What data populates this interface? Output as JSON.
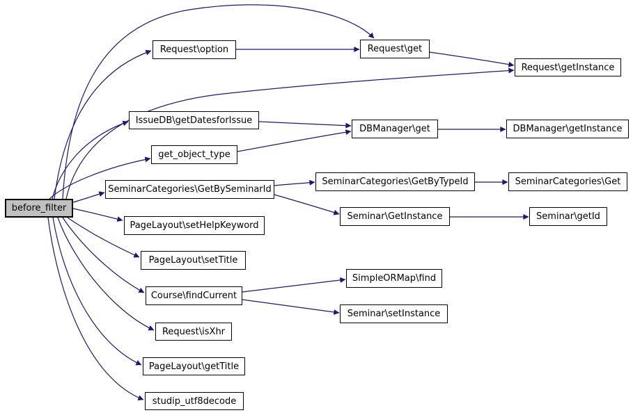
{
  "diagram": {
    "type": "call-graph",
    "root": "before_filter",
    "colors": {
      "edge": "#191970",
      "node_border": "#000000",
      "node_fill": "#ffffff",
      "root_fill": "#c0c0c0",
      "background": "#ffffff"
    },
    "nodes": [
      {
        "id": "before_filter",
        "label": "before_filter"
      },
      {
        "id": "Request\\option",
        "label": "Request\\option"
      },
      {
        "id": "Request\\get",
        "label": "Request\\get"
      },
      {
        "id": "Request\\getInstance",
        "label": "Request\\getInstance"
      },
      {
        "id": "IssueDB\\getDatesforIssue",
        "label": "IssueDB\\getDatesforIssue"
      },
      {
        "id": "get_object_type",
        "label": "get_object_type"
      },
      {
        "id": "DBManager\\get",
        "label": "DBManager\\get"
      },
      {
        "id": "DBManager\\getInstance",
        "label": "DBManager\\getInstance"
      },
      {
        "id": "SeminarCategories\\GetBySeminarId",
        "label": "SeminarCategories\\GetBySeminarId"
      },
      {
        "id": "SeminarCategories\\GetByTypeId",
        "label": "SeminarCategories\\GetByTypeId"
      },
      {
        "id": "SeminarCategories\\Get",
        "label": "SeminarCategories\\Get"
      },
      {
        "id": "Seminar\\GetInstance",
        "label": "Seminar\\GetInstance"
      },
      {
        "id": "Seminar\\getId",
        "label": "Seminar\\getId"
      },
      {
        "id": "PageLayout\\setHelpKeyword",
        "label": "PageLayout\\setHelpKeyword"
      },
      {
        "id": "PageLayout\\setTitle",
        "label": "PageLayout\\setTitle"
      },
      {
        "id": "Course\\findCurrent",
        "label": "Course\\findCurrent"
      },
      {
        "id": "SimpleORMap\\find",
        "label": "SimpleORMap\\find"
      },
      {
        "id": "Seminar\\setInstance",
        "label": "Seminar\\setInstance"
      },
      {
        "id": "Request\\isXhr",
        "label": "Request\\isXhr"
      },
      {
        "id": "PageLayout\\getTitle",
        "label": "PageLayout\\getTitle"
      },
      {
        "id": "studip_utf8decode",
        "label": "studip_utf8decode"
      }
    ],
    "edges": [
      {
        "from": "before_filter",
        "to": "Request\\get"
      },
      {
        "from": "before_filter",
        "to": "Request\\option"
      },
      {
        "from": "before_filter",
        "to": "Request\\getInstance"
      },
      {
        "from": "before_filter",
        "to": "IssueDB\\getDatesforIssue"
      },
      {
        "from": "before_filter",
        "to": "get_object_type"
      },
      {
        "from": "before_filter",
        "to": "SeminarCategories\\GetBySeminarId"
      },
      {
        "from": "before_filter",
        "to": "PageLayout\\setHelpKeyword"
      },
      {
        "from": "before_filter",
        "to": "PageLayout\\setTitle"
      },
      {
        "from": "before_filter",
        "to": "Course\\findCurrent"
      },
      {
        "from": "before_filter",
        "to": "Request\\isXhr"
      },
      {
        "from": "before_filter",
        "to": "PageLayout\\getTitle"
      },
      {
        "from": "before_filter",
        "to": "studip_utf8decode"
      },
      {
        "from": "Request\\option",
        "to": "Request\\get"
      },
      {
        "from": "Request\\get",
        "to": "Request\\getInstance"
      },
      {
        "from": "IssueDB\\getDatesforIssue",
        "to": "DBManager\\get"
      },
      {
        "from": "get_object_type",
        "to": "DBManager\\get"
      },
      {
        "from": "DBManager\\get",
        "to": "DBManager\\getInstance"
      },
      {
        "from": "SeminarCategories\\GetBySeminarId",
        "to": "SeminarCategories\\GetByTypeId"
      },
      {
        "from": "SeminarCategories\\GetBySeminarId",
        "to": "Seminar\\GetInstance"
      },
      {
        "from": "SeminarCategories\\GetByTypeId",
        "to": "SeminarCategories\\Get"
      },
      {
        "from": "Seminar\\GetInstance",
        "to": "Seminar\\getId"
      },
      {
        "from": "Course\\findCurrent",
        "to": "SimpleORMap\\find"
      },
      {
        "from": "Course\\findCurrent",
        "to": "Seminar\\setInstance"
      }
    ]
  }
}
